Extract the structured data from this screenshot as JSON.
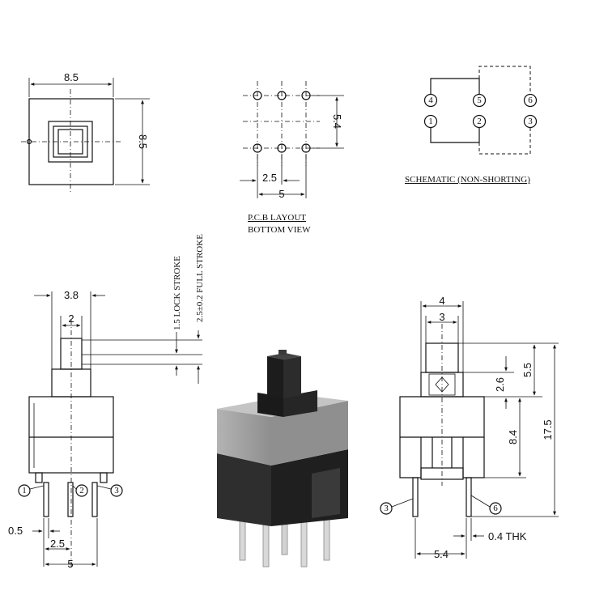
{
  "top_view": {
    "width": "8.5",
    "height": "8.5"
  },
  "pcb_layout": {
    "pitch_y": "5.4",
    "pitch_x": "2.5",
    "total_x": "5",
    "title": "P.C.B LAYOUT",
    "subtitle": "BOTTOM VIEW"
  },
  "schematic": {
    "title": "SCHEMATIC (NON-SHORTING)",
    "pins_top": [
      "4",
      "5",
      "6"
    ],
    "pins_bottom": [
      "1",
      "2",
      "3"
    ]
  },
  "front_view": {
    "dim_top_wide": "3.8",
    "dim_top_narrow": "2",
    "lock_stroke": "1.5 LOCK STROKE",
    "full_stroke": "2.5±0.2 FULL STROKE",
    "pin_labels": [
      "1",
      "2",
      "3"
    ],
    "dim_pin_width": "0.5",
    "dim_pitch": "2.5",
    "dim_total": "5"
  },
  "side_view": {
    "dim_outer": "4",
    "dim_inner": "3",
    "dim_cap": "2.6",
    "dim_stroke": "5.5",
    "dim_body": "8.4",
    "dim_total": "17.5",
    "pin_labels": [
      "3",
      "6"
    ],
    "thickness": "0.4 THK",
    "pin_pitch": "5.4"
  },
  "colors": {
    "body_grey": "#9a9a9a",
    "base_black": "#2a2a2a",
    "line": "#111111"
  }
}
